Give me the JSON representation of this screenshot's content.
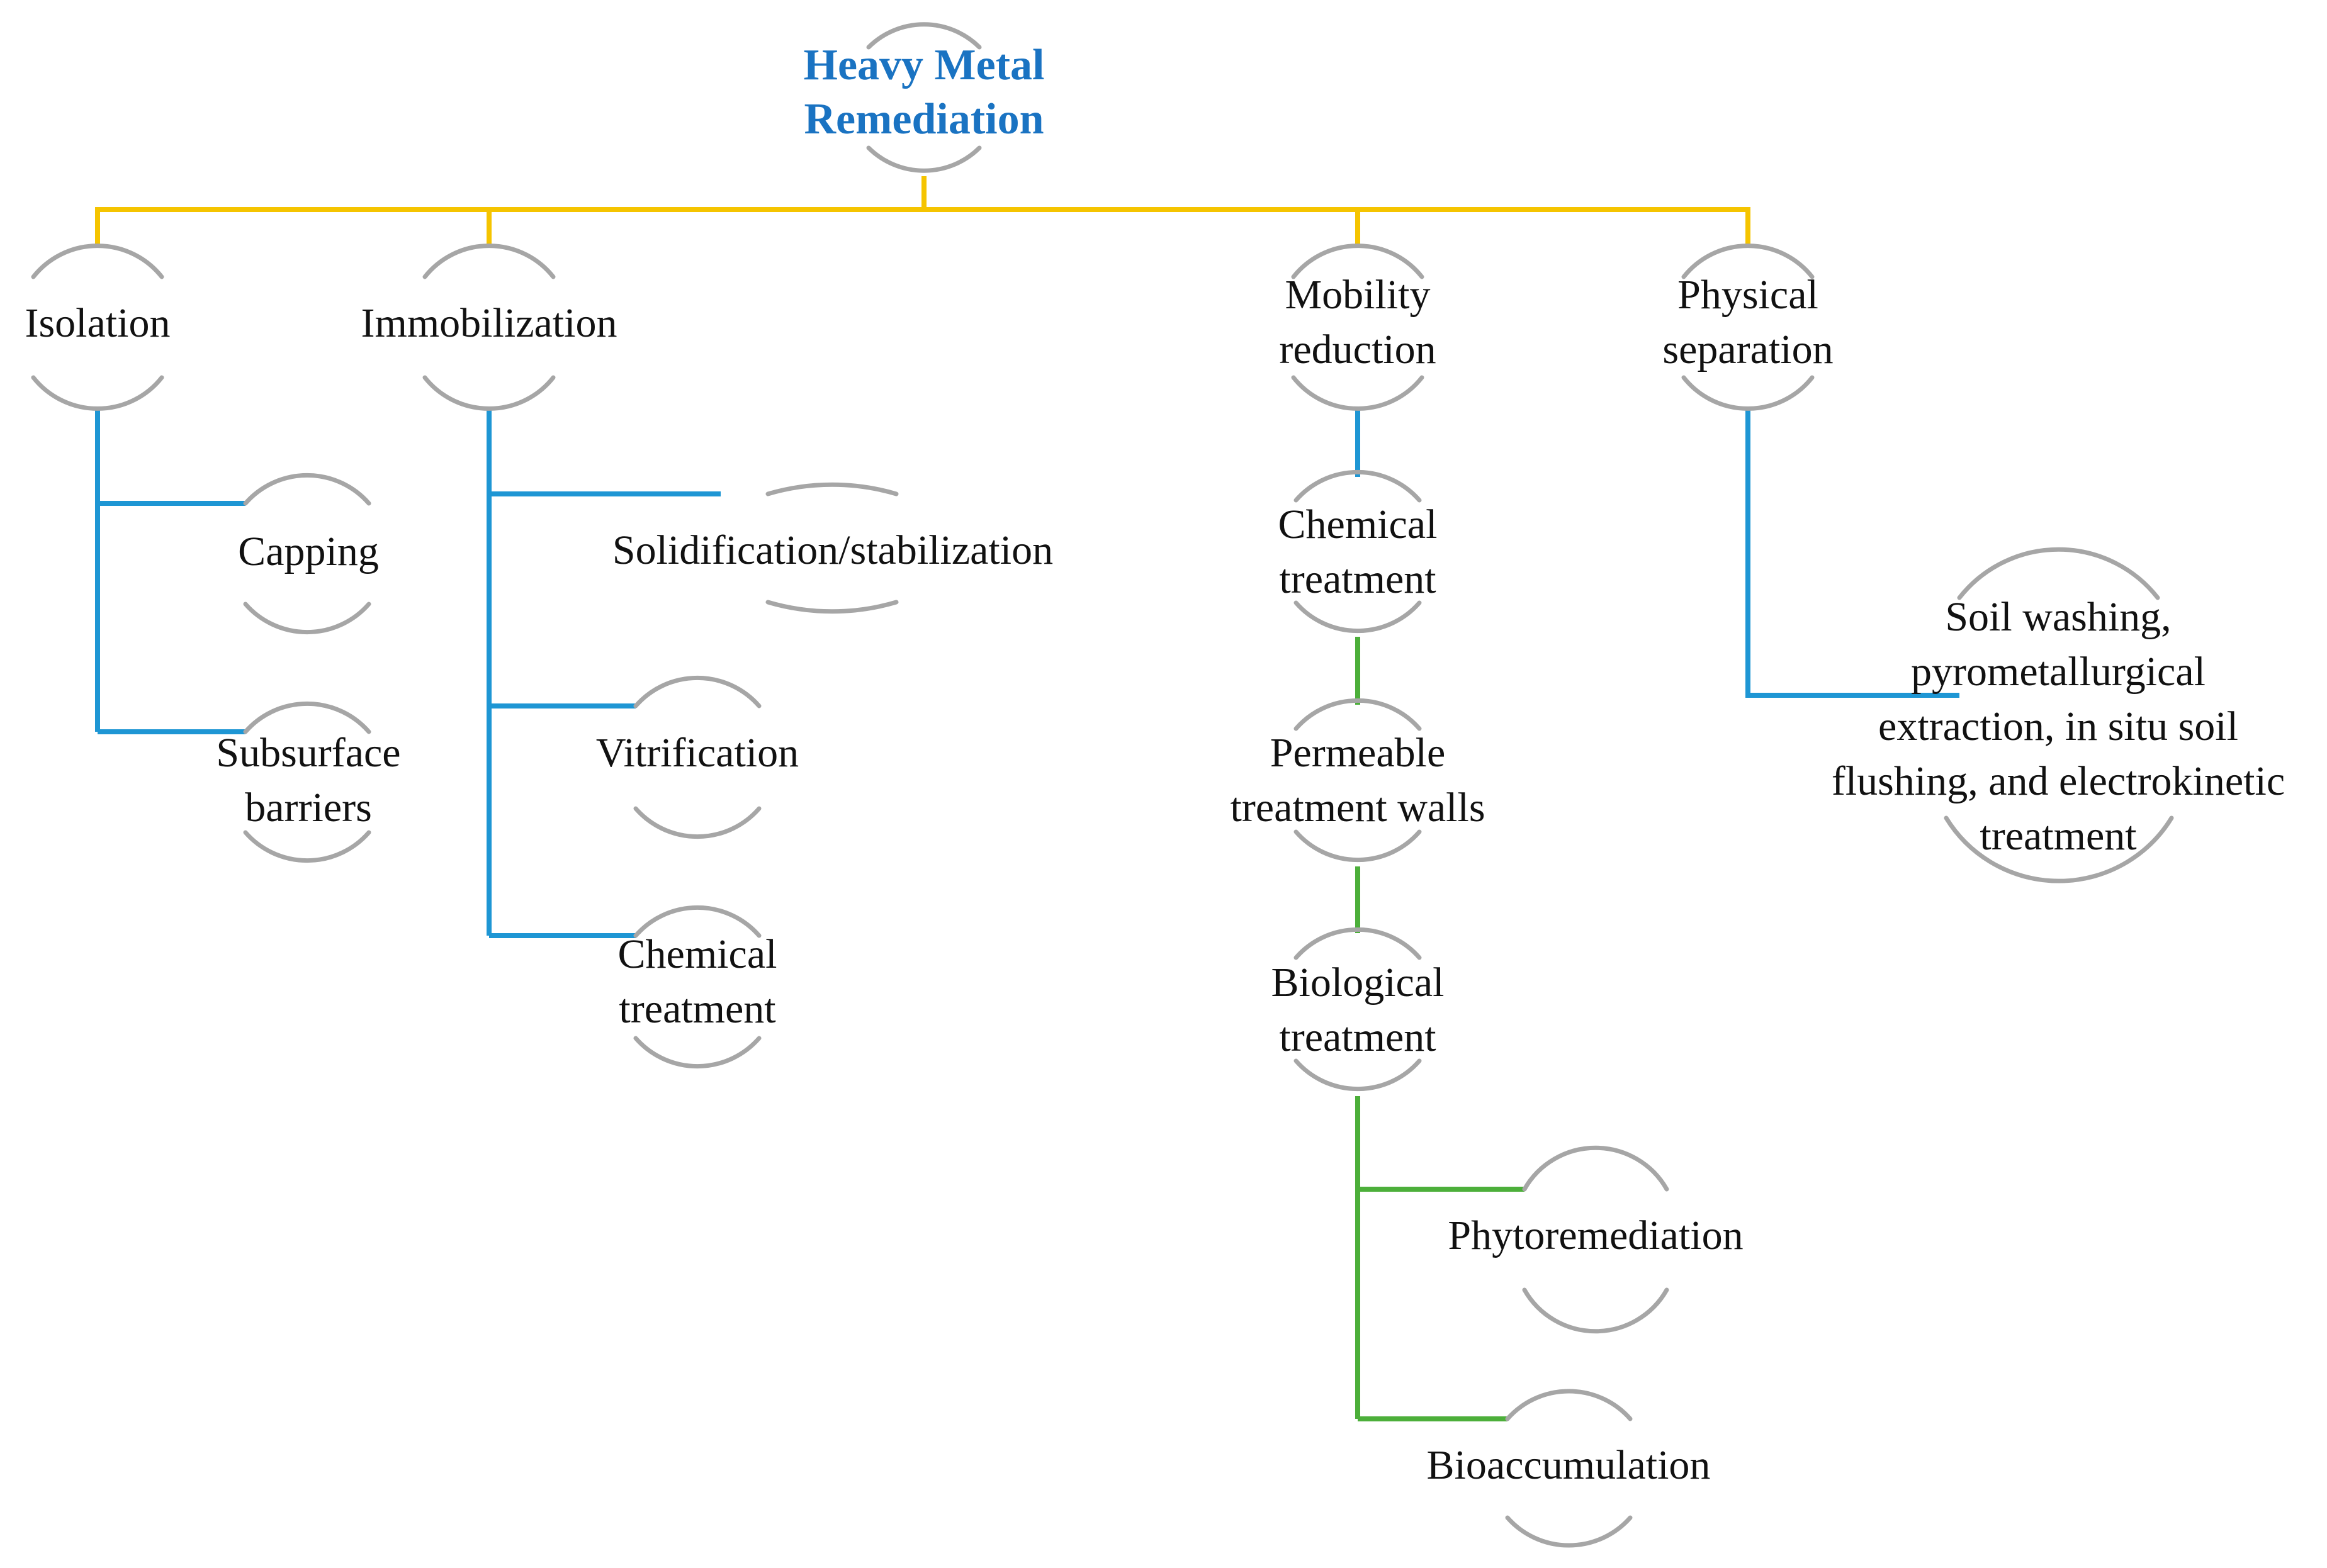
{
  "colors": {
    "title": "#1a73c2",
    "level1_connector": "#f5c400",
    "branch_connector": "#1e96d4",
    "bio_connector": "#4caf3a",
    "node_arc": "#a6a6a6",
    "text": "#111111"
  },
  "title": {
    "line1": "Heavy Metal",
    "line2": "Remediation"
  },
  "categories": {
    "isolation": {
      "label": "Isolation"
    },
    "immobilization": {
      "label": "Immobilization"
    },
    "mobility": {
      "line1": "Mobility",
      "line2": "reduction"
    },
    "physical": {
      "line1": "Physical",
      "line2": "separation"
    }
  },
  "isolation_items": {
    "capping": {
      "label": "Capping"
    },
    "subsurface": {
      "line1": "Subsurface",
      "line2": "barriers"
    }
  },
  "immobilization_items": {
    "solidification": {
      "label": "Solidification/stabilization"
    },
    "vitrification": {
      "label": "Vitrification"
    },
    "chemical": {
      "line1": "Chemical",
      "line2": "treatment"
    }
  },
  "mobility_items": {
    "chemical": {
      "line1": "Chemical",
      "line2": "treatment"
    },
    "permeable": {
      "line1": "Permeable",
      "line2": "treatment walls"
    },
    "biological": {
      "line1": "Biological",
      "line2": "treatment"
    }
  },
  "biological_items": {
    "phytoremediation": {
      "label": "Phytoremediation"
    },
    "bioaccumulation": {
      "label": "Bioaccumulation"
    }
  },
  "physical_items": {
    "methods": {
      "line1": "Soil washing,",
      "line2": "pyrometallurgical",
      "line3": "extraction, in situ soil",
      "line4": "flushing, and electrokinetic",
      "line5": "treatment"
    }
  }
}
